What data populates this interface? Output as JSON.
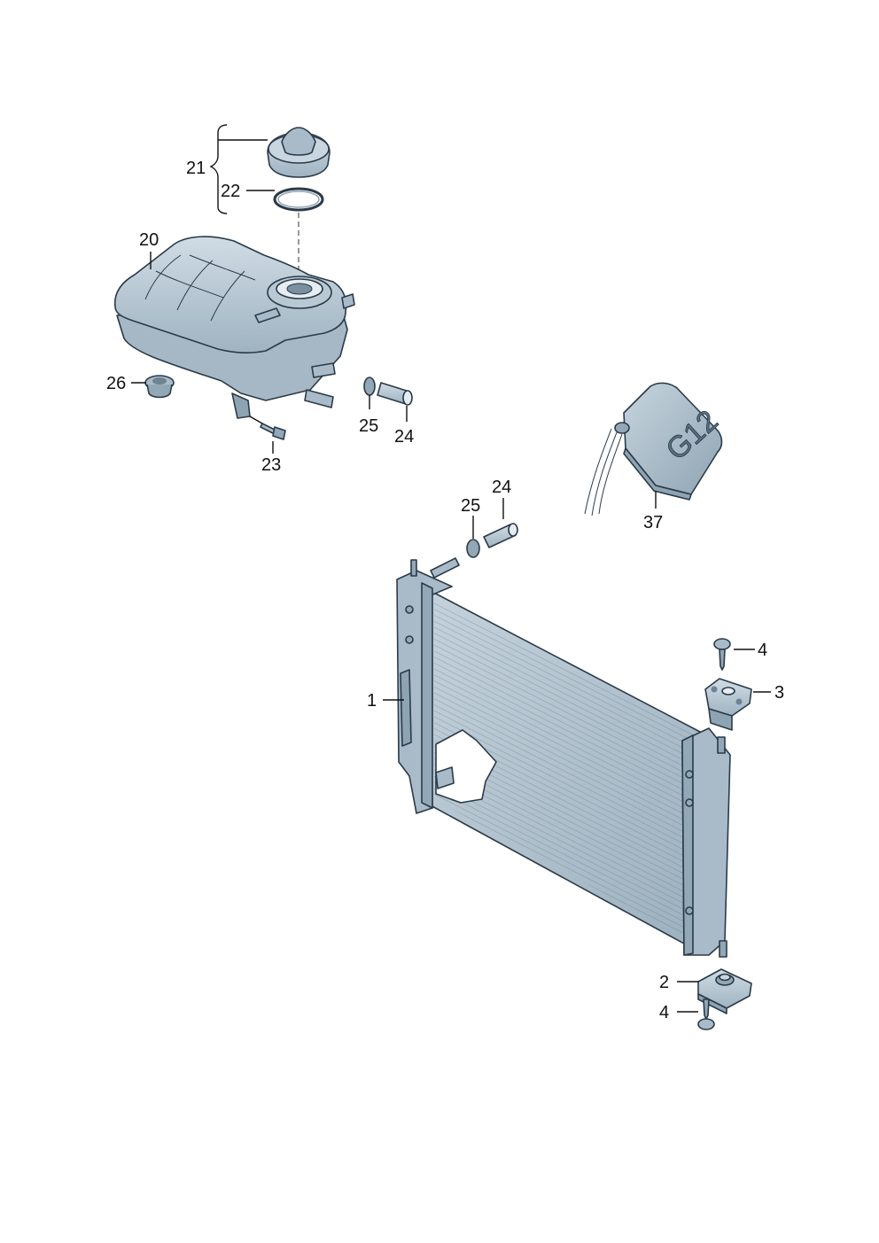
{
  "diagram": {
    "part_labels": {
      "p1": "1",
      "p2": "2",
      "p3": "3",
      "p4_top": "4",
      "p4_bottom": "4",
      "p20": "20",
      "p21": "21",
      "p22": "22",
      "p23": "23",
      "p24_tank": "24",
      "p24_radiator": "24",
      "p25_tank": "25",
      "p25_radiator": "25",
      "p26": "26",
      "p37": "37"
    },
    "can_marking": "G12",
    "colors": {
      "part_fill": "#bccbd6",
      "part_shade": "#93a8b6",
      "part_dark": "#6d8393",
      "outline": "#2a3a48"
    }
  }
}
